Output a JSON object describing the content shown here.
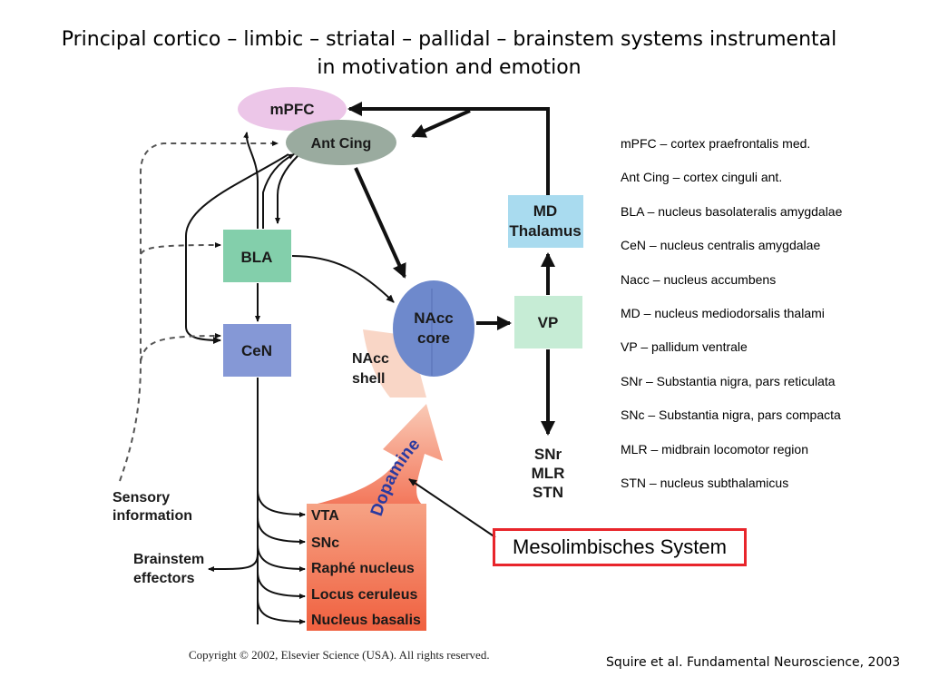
{
  "title": "Principal cortico – limbic – striatal – pallidal – brainstem systems instrumental in motivation and emotion",
  "nodes": {
    "mpfc": "mPFC",
    "ant_cing": "Ant Cing",
    "bla": "BLA",
    "cen": "CeN",
    "nacc_core_1": "NAcc",
    "nacc_core_2": "core",
    "nacc_shell_1": "NAcc",
    "nacc_shell_2": "shell",
    "md_1": "MD",
    "md_2": "Thalamus",
    "vp": "VP",
    "snr": "SNr",
    "mlr": "MLR",
    "stn": "STN",
    "sensory_1": "Sensory",
    "sensory_2": "information",
    "brainstem_1": "Brainstem",
    "brainstem_2": "effectors",
    "dopamine": "Dopamine",
    "nuclei": [
      "VTA",
      "SNc",
      "Raphé nucleus",
      "Locus ceruleus",
      "Nucleus basalis"
    ]
  },
  "legend": [
    "mPFC – cortex praefrontalis med.",
    "Ant Cing – cortex cinguli ant.",
    "BLA – nucleus basolateralis amygdalae",
    "CeN – nucleus centralis amygdalae",
    "Nacc – nucleus accumbens",
    "MD – nucleus mediodorsalis thalami",
    "VP – pallidum ventrale",
    "SNr – Substantia nigra, pars reticulata",
    "SNc – Substantia nigra, pars compacta",
    "MLR – midbrain locomotor region",
    "STN – nucleus subthalamicus"
  ],
  "annotation": "Mesolimbisches System",
  "copyright": "Copyright © 2002, Elsevier Science (USA). All rights reserved.",
  "citation": "Squire et al. Fundamental Neuroscience, 2003",
  "colors": {
    "mpfc": "#ecc6e8",
    "ant_cing": "#9aab9f",
    "bla": "#83cfab",
    "cen": "#8598d6",
    "nacc_core": "#6e89cc",
    "nacc_shell": "#f9d6c6",
    "md": "#a9dbef",
    "vp": "#c6ecd5",
    "nuclei": "#f26d4f",
    "annotation_border": "#e8252b"
  }
}
